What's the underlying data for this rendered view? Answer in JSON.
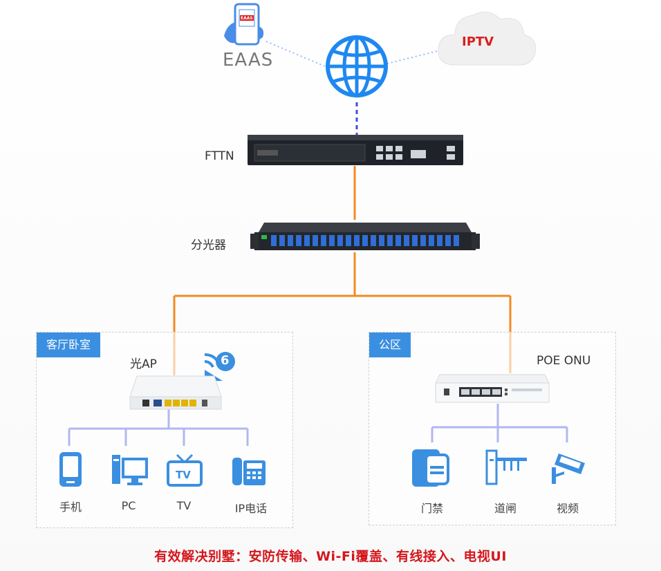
{
  "top": {
    "eaas_phone_text": "EAAS",
    "eaas_label": "EAAS",
    "cloud_label": "IPTV"
  },
  "devices": {
    "fttn_label": "FTTN",
    "splitter_label": "分光器",
    "optical_ap_label": "光AP",
    "wifi6_badge": "6",
    "poe_onu_label": "POE ONU"
  },
  "zones": {
    "residential": "客厅卧室",
    "public": "公区"
  },
  "residential_devices": [
    "手机",
    "PC",
    "TV",
    "IP电话"
  ],
  "tv_icon_text": "TV",
  "public_devices": [
    "门禁",
    "道闸",
    "视频"
  ],
  "caption": "有效解决别墅：安防传输、Wi-Fi覆盖、有线接入、电视UI",
  "colors": {
    "accent_blue": "#3b8fe0",
    "fiber_orange": "#f28a21",
    "lan_blue": "#3e4fd6",
    "caption_red": "#d4161c"
  }
}
